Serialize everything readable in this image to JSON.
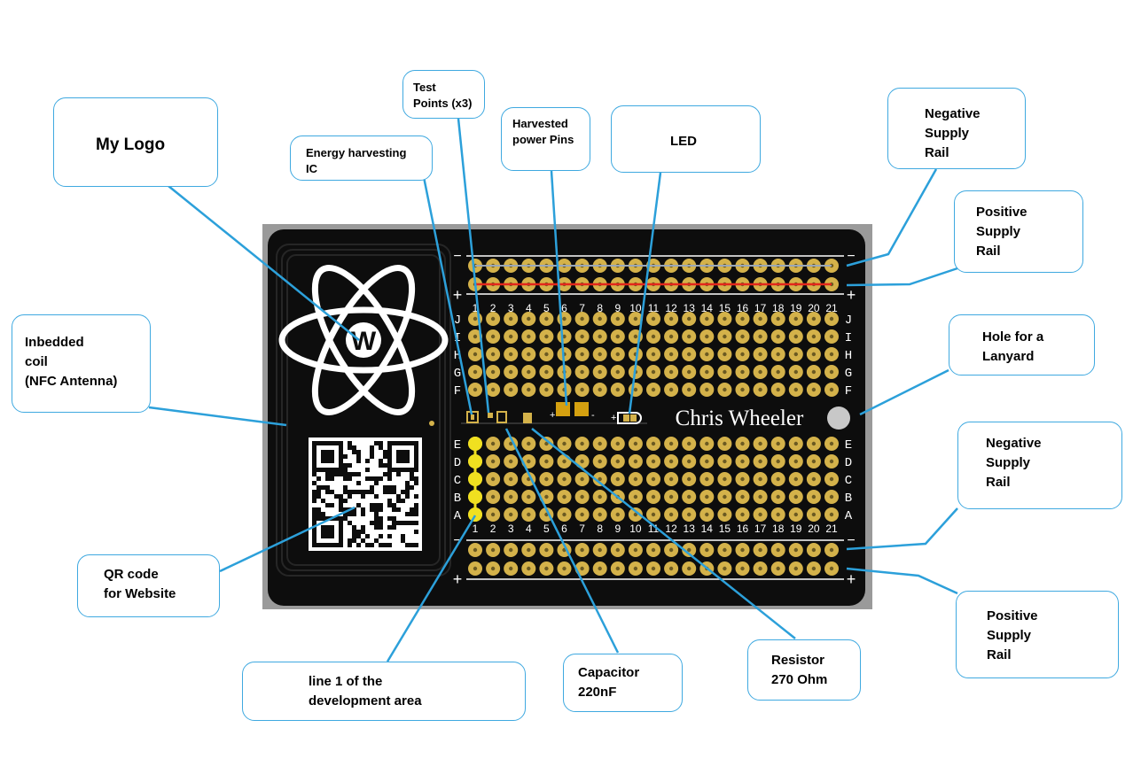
{
  "board": {
    "name_text": "Chris Wheeler",
    "logo_letter": "W",
    "row_letters_top": [
      "J",
      "I",
      "H",
      "G",
      "F"
    ],
    "row_letters_bottom": [
      "E",
      "D",
      "C",
      "B",
      "A"
    ],
    "column_numbers": [
      "1",
      "2",
      "3",
      "4",
      "5",
      "6",
      "7",
      "8",
      "9",
      "10",
      "11",
      "12",
      "13",
      "14",
      "15",
      "16",
      "17",
      "18",
      "19",
      "20",
      "21"
    ],
    "rail_minus": "−",
    "rail_plus": "+",
    "colors": {
      "board": "#0d0d0d",
      "pad": "#d4b24a",
      "hole": "#6b5a22",
      "rail_negative": "#9aa7b8",
      "rail_positive": "#e3261b",
      "dev_line": "#f0e020",
      "leader": "#2ca0da"
    }
  },
  "labels": {
    "my_logo": "My Logo",
    "test_points": "Test\nPoints (x3)",
    "energy_ic": "Energy harvesting\nIC",
    "harvested_pins": "Harvested\npower Pins",
    "led": "LED",
    "neg_rail_top": "Negative\nSupply\nRail",
    "pos_rail_top": "Positive\nSupply\nRail",
    "coil": "Inbedded\ncoil\n(NFC Antenna)",
    "lanyard": "Hole for a\nLanyard",
    "neg_rail_bottom": "Negative\nSupply\nRail",
    "qr": "QR code\nfor Website",
    "pos_rail_bottom": "Positive\nSupply\nRail",
    "line1": "line 1 of the\ndevelopment area",
    "capacitor": "Capacitor\n220nF",
    "resistor": "Resistor\n270 Ohm"
  }
}
